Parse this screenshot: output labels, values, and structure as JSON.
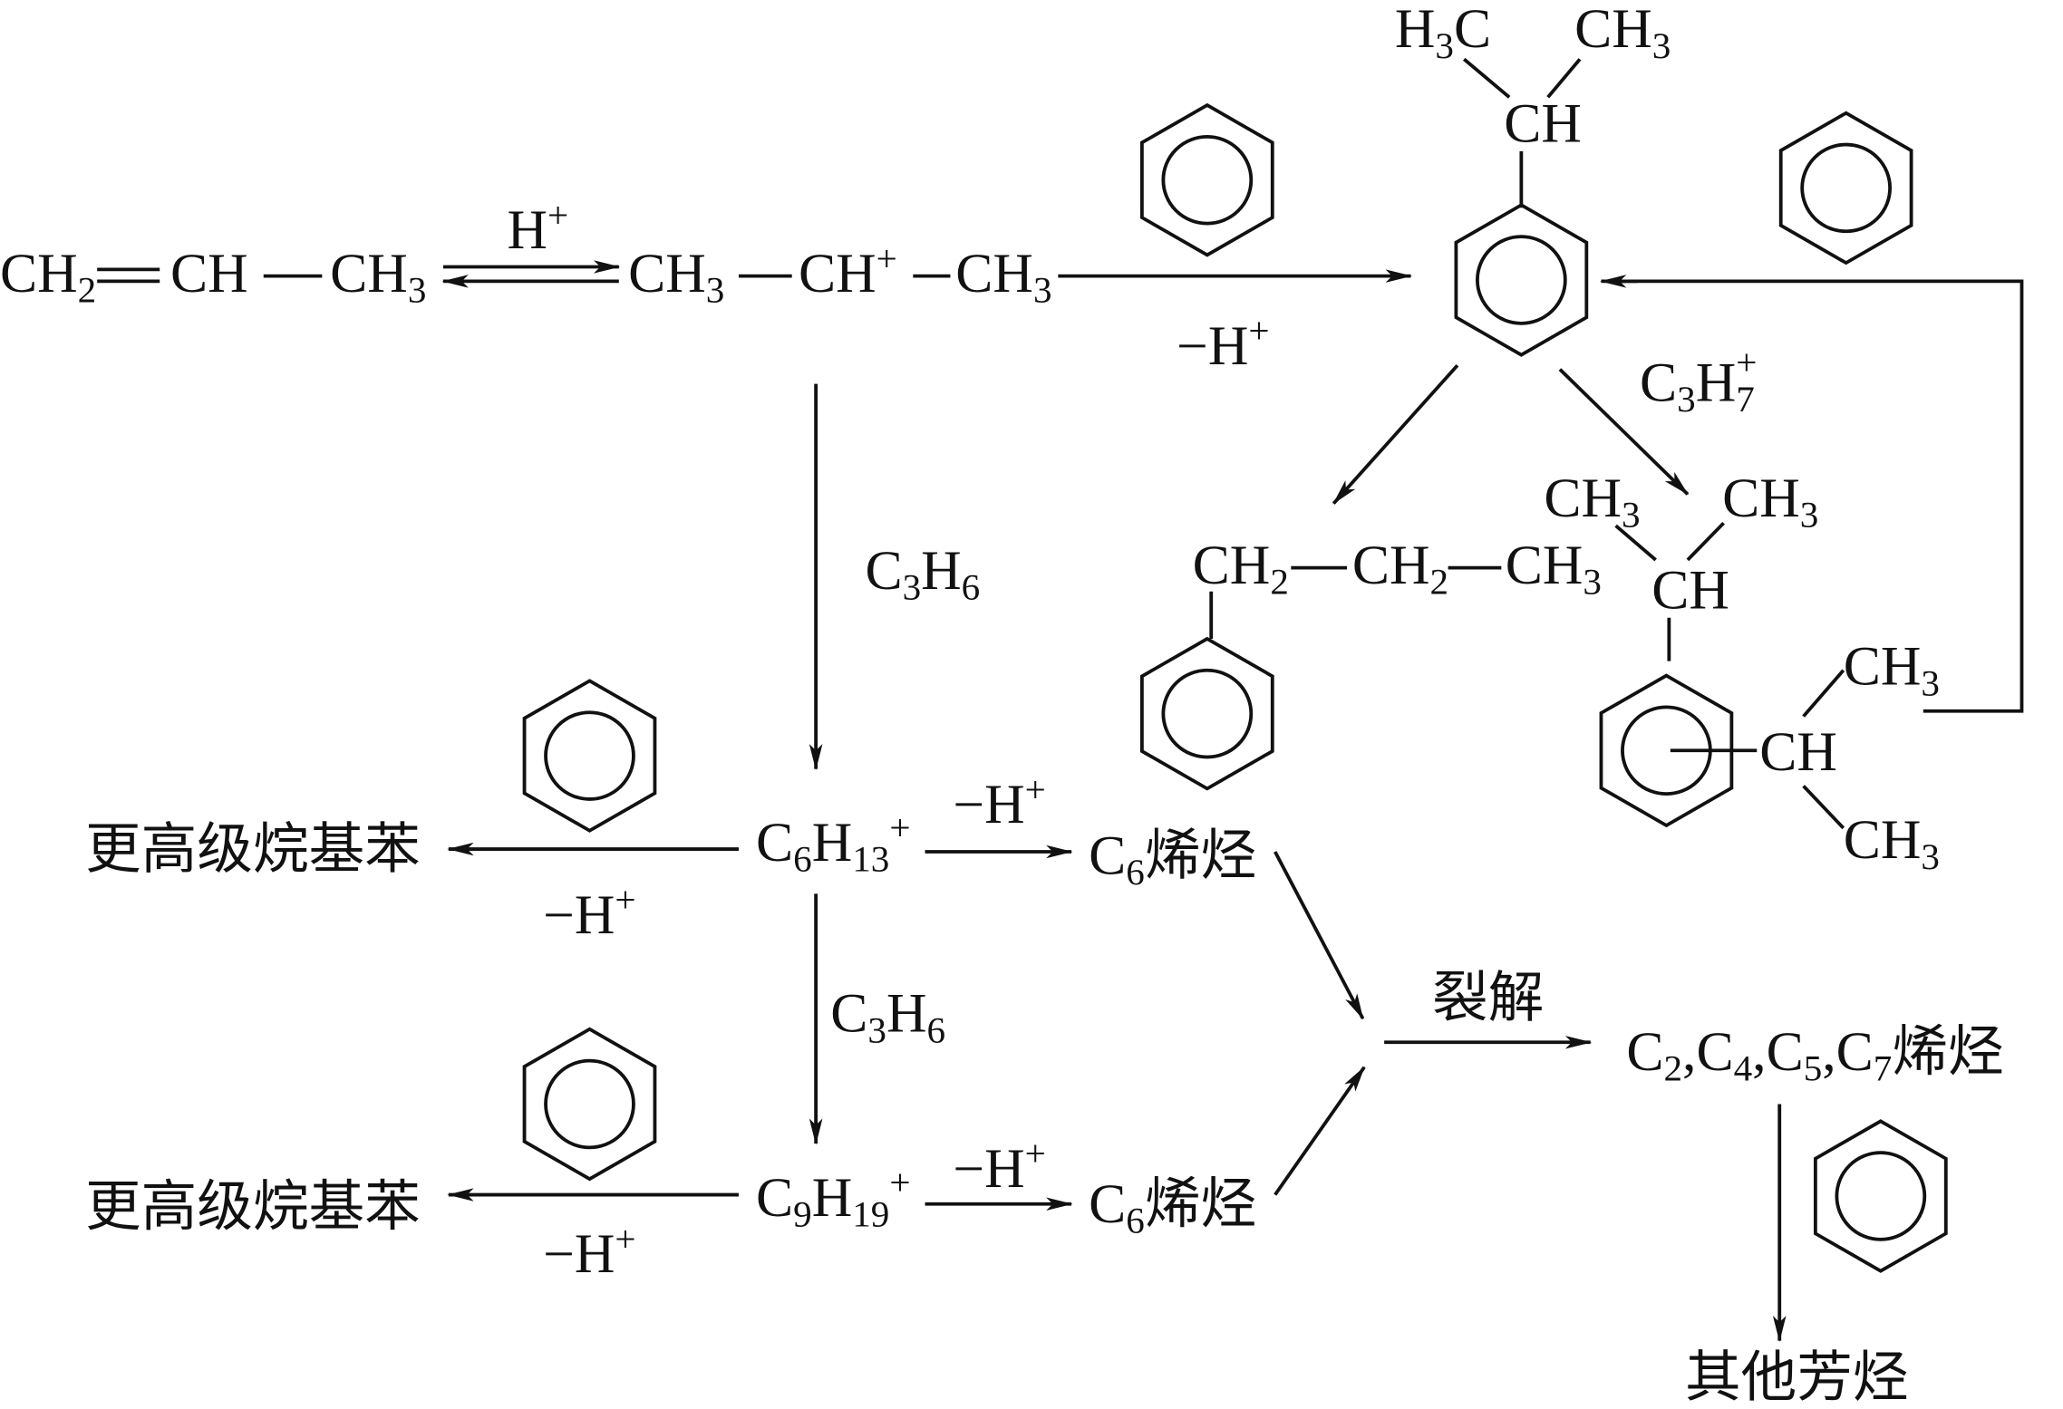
{
  "labels": {
    "propylene": {
      "a": "CH",
      "a_sub": "2",
      "b": "CH",
      "c": "CH",
      "c_sub": "3"
    },
    "h_plus": {
      "a": "H",
      "a_sup": "+"
    },
    "carbocation": {
      "a": "CH",
      "a_sub": "3",
      "b": "CH",
      "b_sup": "+",
      "c": "CH",
      "c_sub": "3"
    },
    "minus_h_plus_top": {
      "a": "−H",
      "a_sup": "+"
    },
    "cumene_methyl_left": {
      "a": "H",
      "a_sub": "3",
      "b": "C"
    },
    "cumene_methyl_right": {
      "a": "CH",
      "a_sub": "3"
    },
    "cumene_ch": "CH",
    "c3h7_plus": {
      "a": "C",
      "a_sub": "3",
      "b": "H",
      "b_sub": "7",
      "b_sup": "+"
    },
    "c3h6_1": {
      "a": "C",
      "a_sub": "3",
      "b": "H",
      "b_sub": "6"
    },
    "propylbenzene": {
      "a": "CH",
      "a_sub": "2",
      "b": "CH",
      "b_sub": "2",
      "c": "CH",
      "c_sub": "3"
    },
    "diisopropyl_methyl_left": {
      "a": "CH",
      "a_sub": "3"
    },
    "diisopropyl_methyl_right": {
      "a": "CH",
      "a_sub": "3"
    },
    "diisopropyl_ch_top": "CH",
    "diisopropyl_methyl_upper": {
      "a": "CH",
      "a_sub": "3"
    },
    "diisopropyl_ch_side": "CH",
    "diisopropyl_methyl_lower": {
      "a": "CH",
      "a_sub": "3"
    },
    "higher_alkylbenzene_1": "更高级烷基苯",
    "minus_h_plus_left_1": {
      "a": "−H",
      "a_sup": "+"
    },
    "c6h13_plus": {
      "a": "C",
      "a_sub": "6",
      "b": "H",
      "b_sub": "13",
      "b_sup": "+"
    },
    "minus_h_plus_mid_1": {
      "a": "−H",
      "a_sup": "+"
    },
    "c6_olefin_1": {
      "a": "C",
      "a_sub": "6",
      "b": "烯烃"
    },
    "c3h6_2": {
      "a": "C",
      "a_sub": "3",
      "b": "H",
      "b_sub": "6"
    },
    "higher_alkylbenzene_2": "更高级烷基苯",
    "minus_h_plus_left_2": {
      "a": "−H",
      "a_sup": "+"
    },
    "c9h19_plus": {
      "a": "C",
      "a_sub": "9",
      "b": "H",
      "b_sub": "19",
      "b_sup": "+"
    },
    "minus_h_plus_mid_2": {
      "a": "−H",
      "a_sup": "+"
    },
    "c6_olefin_2": {
      "a": "C",
      "a_sub": "6",
      "b": "烯烃"
    },
    "cracking": "裂解",
    "olefins_mix": {
      "a": "C",
      "a_sub": "2",
      "b": ",C",
      "b_sub": "4",
      "c": ",C",
      "c_sub": "5",
      "d": ",C",
      "d_sub": "7",
      "e": "烯烃"
    },
    "other_aromatics": "其他芳烃"
  },
  "colors": {
    "ink": "#111111",
    "background": "#ffffff"
  },
  "icons": {
    "benzene": "benzene-ring-icon",
    "arrow": "reaction-arrow"
  }
}
